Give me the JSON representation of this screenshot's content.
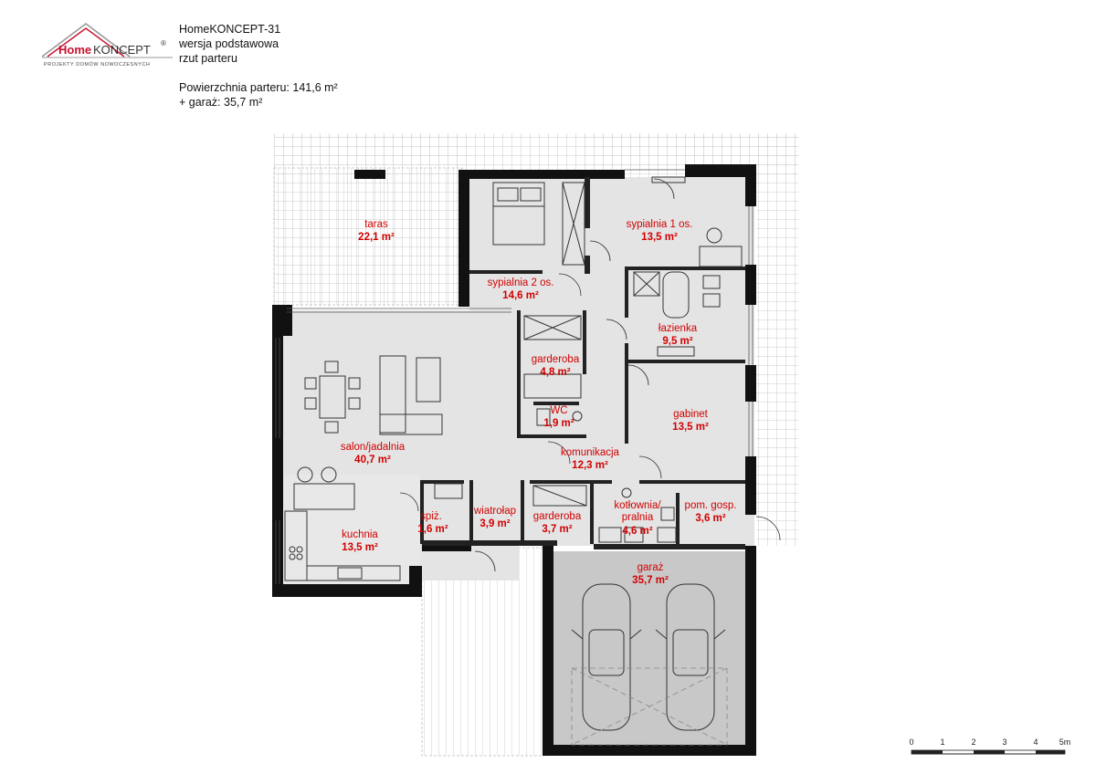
{
  "brand": {
    "name_part1": "Home",
    "name_part2": "KONCEPT",
    "registered": "®",
    "tagline": "PROJEKTY DOMÓW NOWOCZESNYCH",
    "accent": "#c8102e"
  },
  "header": {
    "project": "HomeKONCEPT-31",
    "variant": "wersja podstawowa",
    "view": "rzut parteru",
    "area_ground": "Powierzchnia parteru: 141,6 m²",
    "area_garage": "+ garaż: 35,7 m²"
  },
  "rooms": [
    {
      "name": "taras",
      "area": "22,1 m²"
    },
    {
      "name": "sypialnia 1 os.",
      "area": "13,5 m²"
    },
    {
      "name": "sypialnia 2 os.",
      "area": "14,6 m²"
    },
    {
      "name": "łazienka",
      "area": "9,5 m²"
    },
    {
      "name": "garderoba",
      "area": "4,8 m²"
    },
    {
      "name": "WC",
      "area": "1,9 m²"
    },
    {
      "name": "salon/jadalnia",
      "area": "40,7 m²"
    },
    {
      "name": "gabinet",
      "area": "13,5 m²"
    },
    {
      "name": "komunikacja",
      "area": "12,3 m²"
    },
    {
      "name": "wiatrołap",
      "area": "3,9 m²"
    },
    {
      "name": "garderoba",
      "area": "3,7 m²"
    },
    {
      "name": "kotłownia/ pralnia",
      "area": "4,6 m²"
    },
    {
      "name": "pom. gosp.",
      "area": "3,6 m²"
    },
    {
      "name": "spiż.",
      "area": "1,6 m²"
    },
    {
      "name": "kuchnia",
      "area": "13,5 m²"
    },
    {
      "name": "garaż",
      "area": "35,7 m²"
    }
  ],
  "scale": {
    "ticks": [
      "0",
      "1",
      "2",
      "3",
      "4",
      "5m"
    ]
  },
  "colors": {
    "label": "#d20000",
    "wall": "#111111",
    "floor": "#e4e4e4",
    "garage_floor": "#c8c8c8",
    "grid": "#bdbdbd"
  }
}
